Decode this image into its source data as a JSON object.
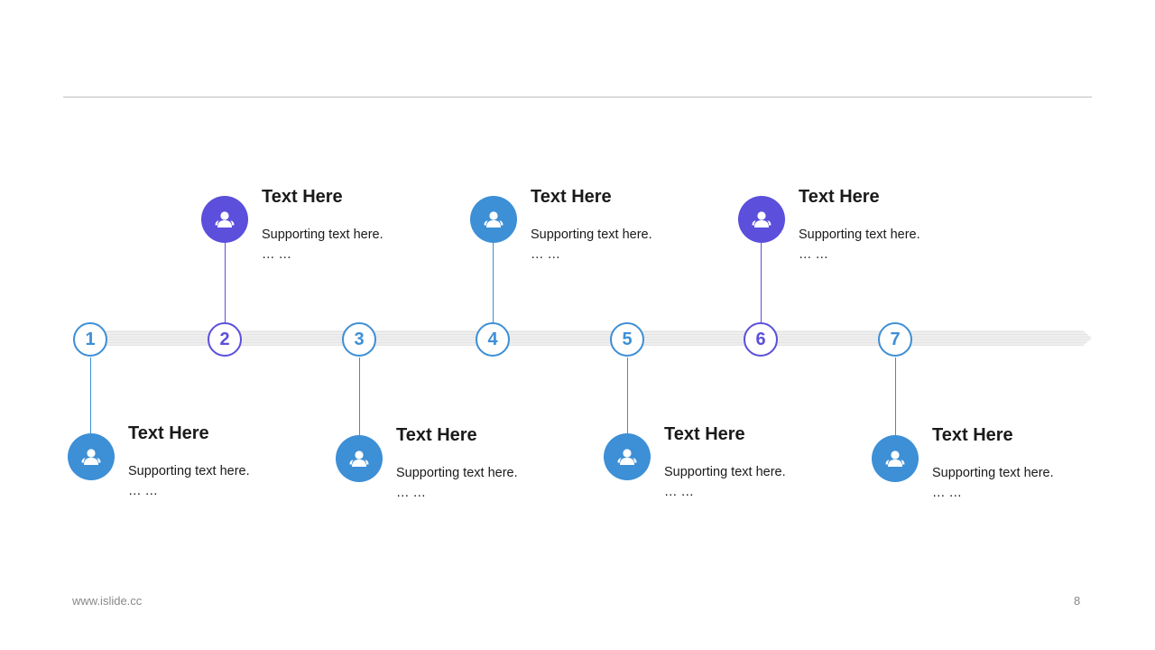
{
  "colors": {
    "blue": "#3d8fd6",
    "purple": "#5b4fdc",
    "band": "#eeeeee"
  },
  "steps": [
    {
      "number": "1",
      "title": "Text Here",
      "body": "Supporting text here.",
      "ellipsis": "… …",
      "icon": "user-group-icon",
      "color": "blue"
    },
    {
      "number": "2",
      "title": "Text Here",
      "body": "Supporting text here.",
      "ellipsis": "… …",
      "icon": "user-group-icon",
      "color": "purple"
    },
    {
      "number": "3",
      "title": "Text Here",
      "body": "Supporting text here.",
      "ellipsis": "… …",
      "icon": "user-group-icon",
      "color": "blue"
    },
    {
      "number": "4",
      "title": "Text Here",
      "body": "Supporting text here.",
      "ellipsis": "… …",
      "icon": "user-group-icon",
      "color": "blue"
    },
    {
      "number": "5",
      "title": "Text Here",
      "body": "Supporting text here.",
      "ellipsis": "… …",
      "icon": "user-group-icon",
      "color": "blue"
    },
    {
      "number": "6",
      "title": "Text Here",
      "body": "Supporting text here.",
      "ellipsis": "… …",
      "icon": "user-group-icon",
      "color": "purple"
    },
    {
      "number": "7",
      "title": "Text Here",
      "body": "Supporting text here.",
      "ellipsis": "… …",
      "icon": "user-group-icon",
      "color": "blue"
    }
  ],
  "footer": {
    "url": "www.islide.cc",
    "page": "8"
  }
}
